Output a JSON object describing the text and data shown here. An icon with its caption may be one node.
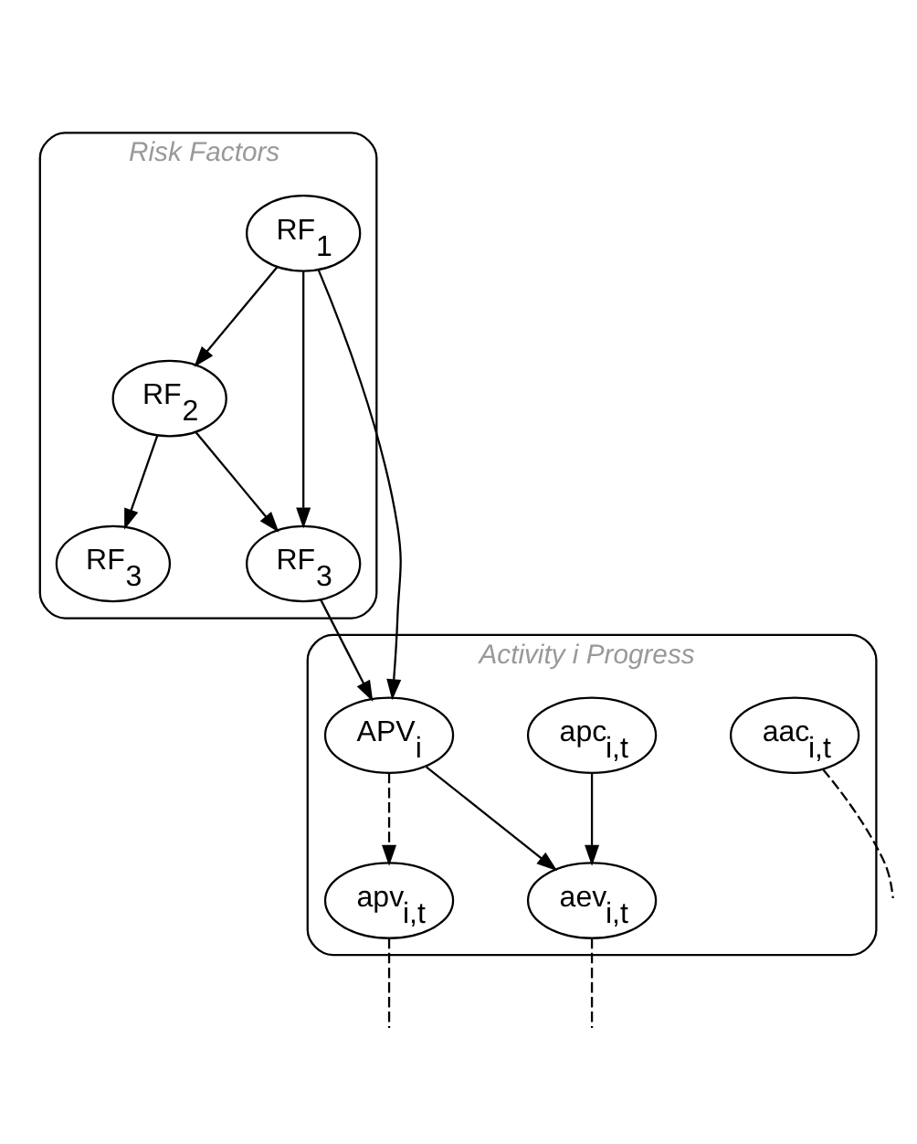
{
  "diagram": {
    "nodes": [
      {
        "text": [
          "Risk Factors"
        ]
      },
      {
        "text": [
          "RF$_{1}$"
        ],
        "in": 0
      },
      {
        "text": [
          "RF$_{2}$"
        ],
        "in": 0
      },
      {
        "text": [
          "RF$_{3}$"
        ],
        "in": 0
      },
      {
        "text": [
          "RF$_{3}$"
        ],
        "in": 0
      },
      {
        "text": [
          "Activity i Progress"
        ]
      },
      {
        "text": [
          "APV$_{i}$"
        ],
        "in": 5
      },
      {
        "text": [
          "apc$_{i,t}$"
        ],
        "in": 5
      },
      {
        "text": [
          "apv$_{i,t}$"
        ],
        "in": 5
      },
      {
        "text": [
          "aev$_{i,t}$"
        ],
        "in": 5
      },
      {
        "text": [
          "aac$_{i,t}$"
        ],
        "in": 5
      }
    ],
    "edges": [
      {
        "from": 1,
        "to": 2,
        "arrow": "to"
      },
      {
        "from": 1,
        "to": 3,
        "arrow": "to"
      },
      {
        "from": 2,
        "to": 3,
        "arrow": "to"
      },
      {
        "from": 2,
        "to": 4,
        "arrow": "to"
      },
      {
        "from": 1,
        "to": 6,
        "arrow": "to"
      },
      {
        "from": 3,
        "to": 6,
        "arrow": "to"
      },
      {
        "from": 6,
        "to": 8,
        "arrow": "to",
        "style": "dashed"
      },
      {
        "from": 6,
        "to": 9,
        "arrow": "to"
      },
      {
        "from": 7,
        "to": 9,
        "arrow": "to"
      },
      {
        "from": 8,
        "to": null,
        "arrow": "none",
        "style": "dashed"
      },
      {
        "from": 9,
        "to": null,
        "arrow": "none",
        "style": "dashed"
      },
      {
        "from": 10,
        "to": null,
        "arrow": "none",
        "style": "dashed"
      }
    ]
  }
}
